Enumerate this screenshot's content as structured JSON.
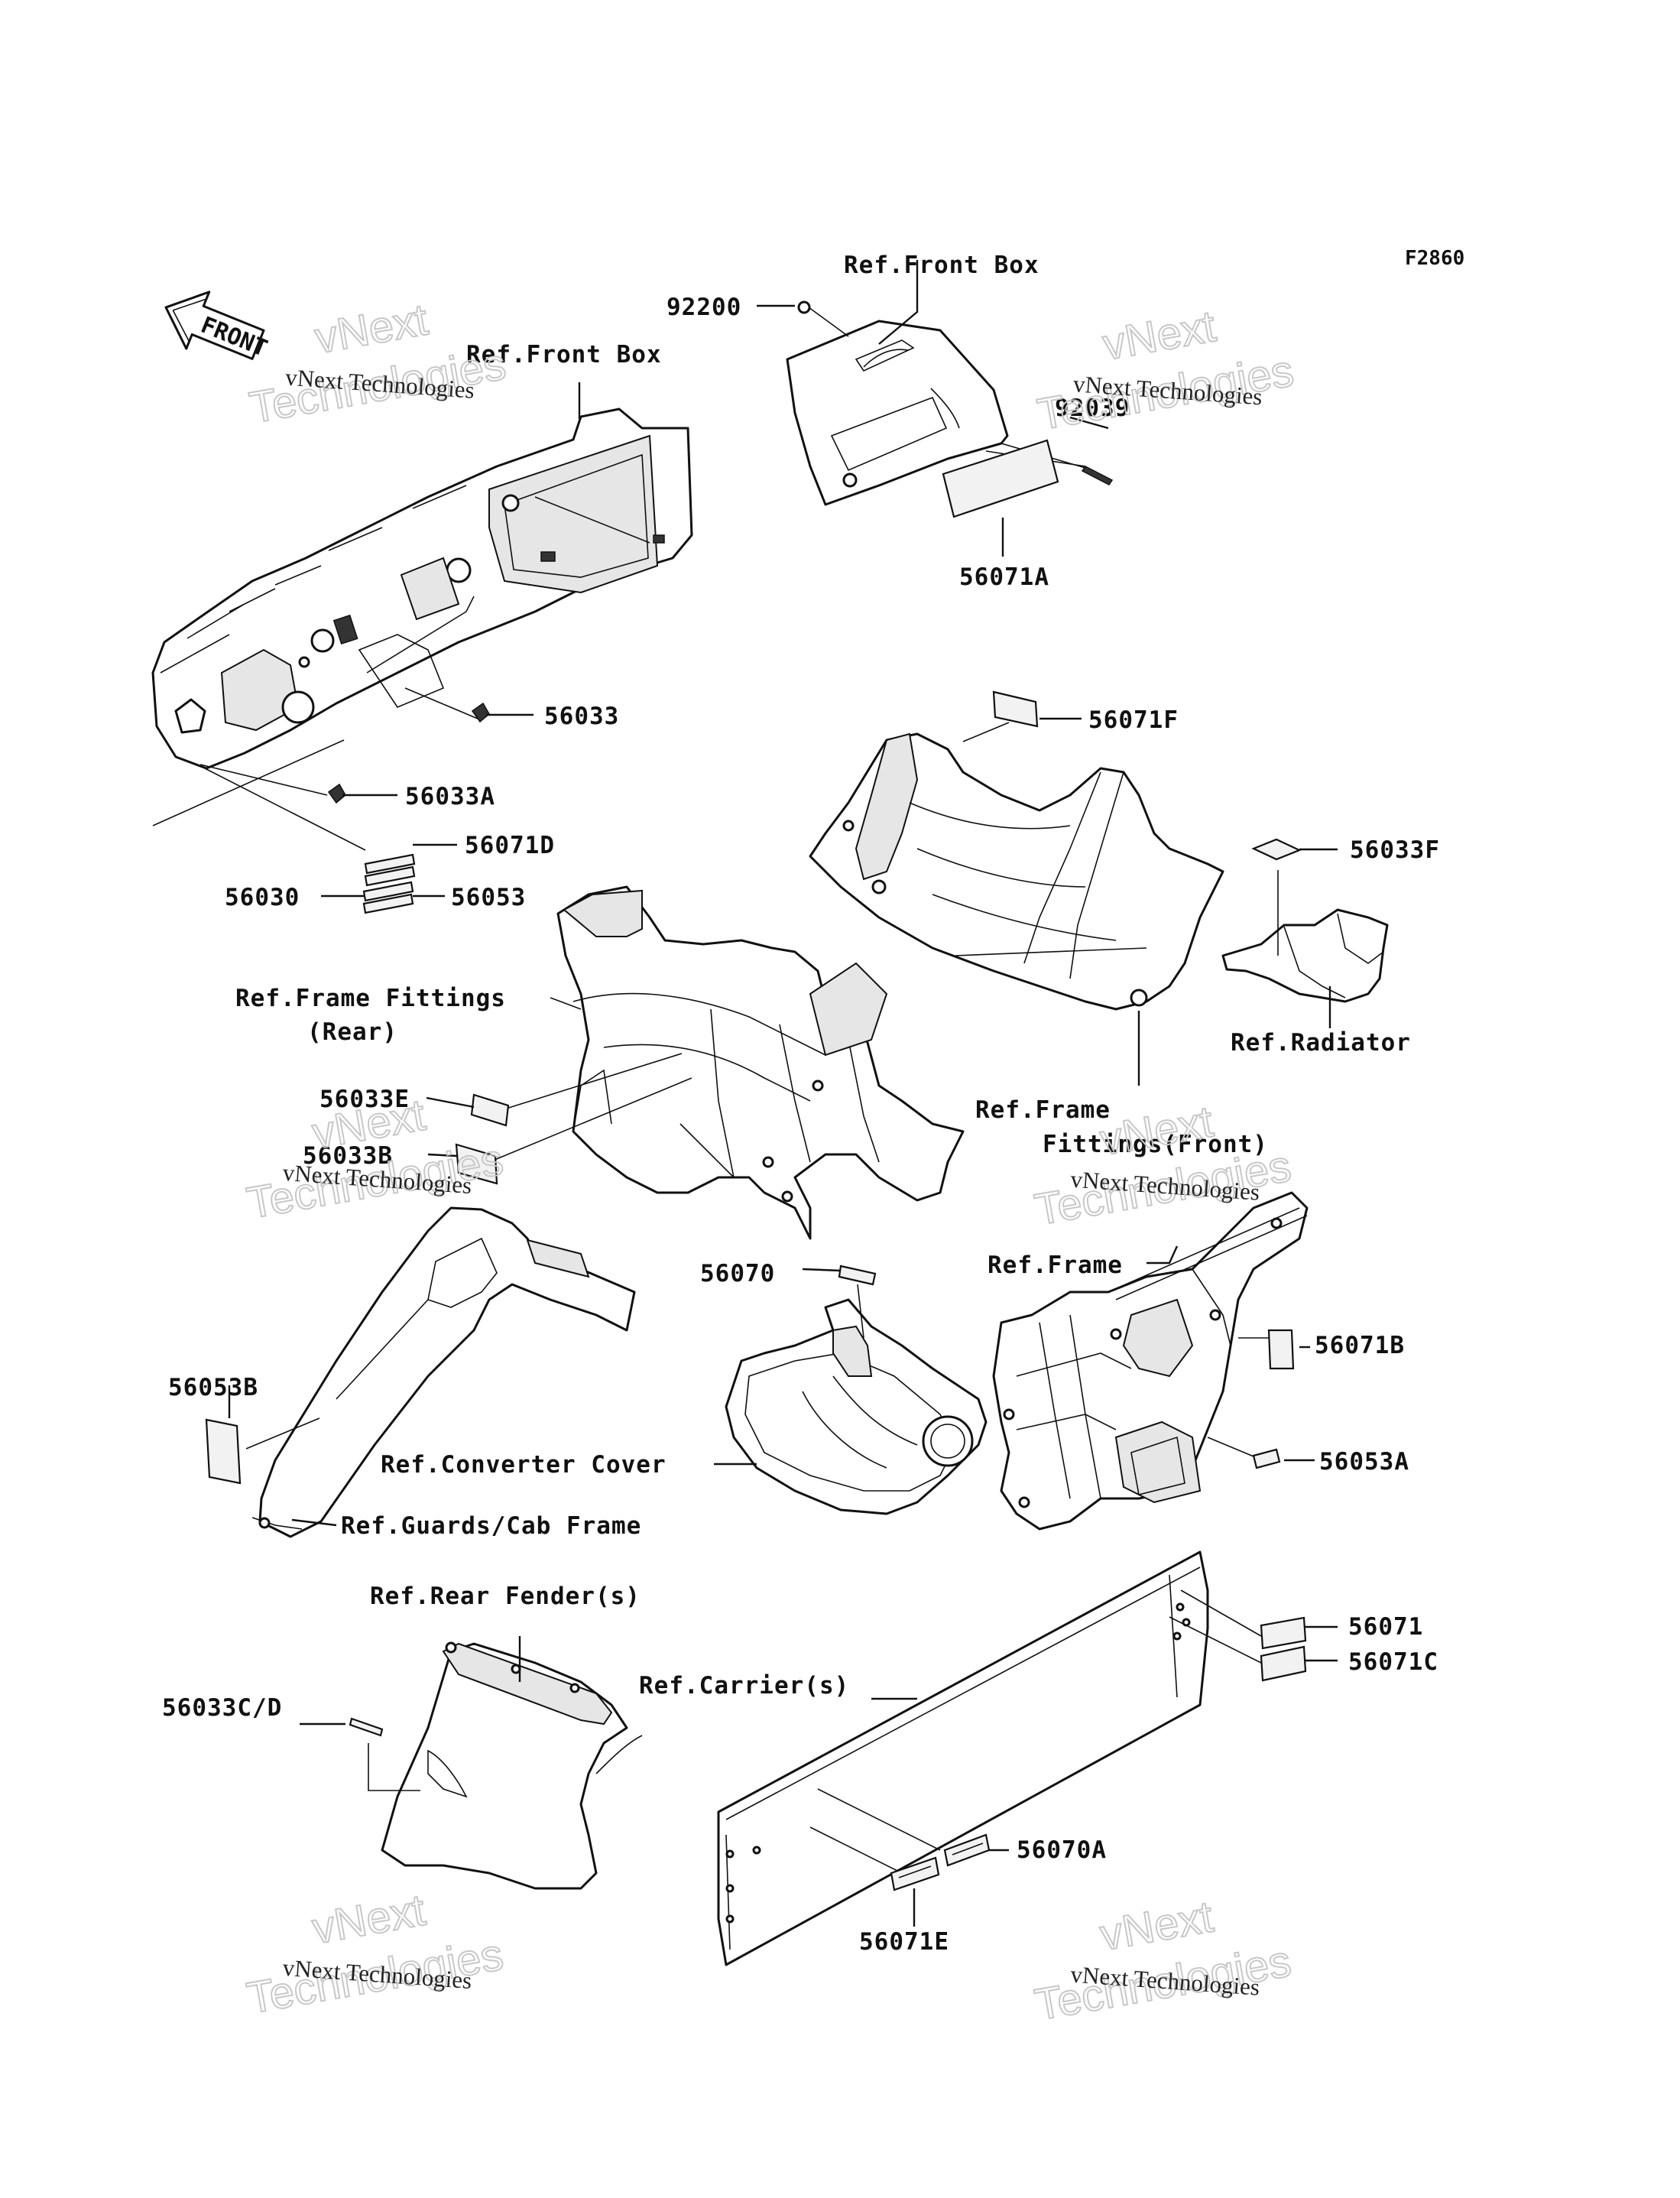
{
  "figure_code": "F2860",
  "front_indicator": "FRONT",
  "watermark": {
    "brand": "vNext Technologies",
    "big_top": "vNext",
    "big_bottom": "Technologies"
  },
  "labels": {
    "ref_front_box_top": "Ref.Front Box",
    "ref_front_box_left": "Ref.Front Box",
    "p92200": "92200",
    "p92039": "92039",
    "p56071A": "56071A",
    "p56033": "56033",
    "p56033A": "56033A",
    "p56071D": "56071D",
    "p56030": "56030",
    "p56053": "56053",
    "p56071F": "56071F",
    "p56033F": "56033F",
    "ref_frame_fittings_rear": "Ref.Frame Fittings",
    "ref_frame_fittings_rear_2": "(Rear)",
    "ref_radiator": "Ref.Radiator",
    "p56033E": "56033E",
    "p56033B": "56033B",
    "ref_frame_fittings_front": "Ref.Frame",
    "ref_frame_fittings_front_2": "Fittings(Front)",
    "p56070": "56070",
    "ref_frame": "Ref.Frame",
    "p56071B": "56071B",
    "p56053B": "56053B",
    "ref_converter_cover": "Ref.Converter Cover",
    "p56053A": "56053A",
    "ref_guards_cab_frame": "Ref.Guards/Cab Frame",
    "ref_rear_fenders": "Ref.Rear Fender(s)",
    "p56071": "56071",
    "p56071C": "56071C",
    "ref_carriers": "Ref.Carrier(s)",
    "p56033CD": "56033C/D",
    "p56070A": "56070A",
    "p56071E": "56071E"
  }
}
